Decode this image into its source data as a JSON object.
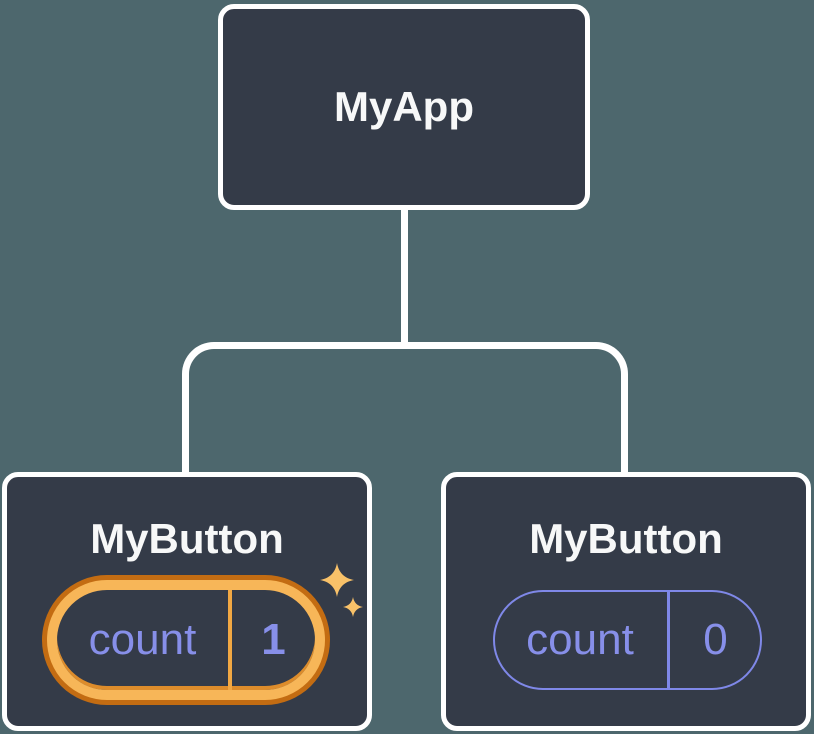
{
  "diagram": {
    "colors": {
      "background": "#4d676d",
      "node_fill": "#343b48",
      "node_border": "#ffffff",
      "connector": "#ffffff",
      "accent_purple": "#878fe9",
      "highlight_ring": "#f7b658",
      "highlight_ring_dark": "#c36c12",
      "highlight_divider": "#f2a843",
      "sparkle": "#f8c169"
    },
    "root": {
      "label": "MyApp"
    },
    "children": [
      {
        "label": "MyButton",
        "highlighted": true,
        "state": {
          "key": "count",
          "value": "1"
        }
      },
      {
        "label": "MyButton",
        "highlighted": false,
        "state": {
          "key": "count",
          "value": "0"
        }
      }
    ]
  }
}
